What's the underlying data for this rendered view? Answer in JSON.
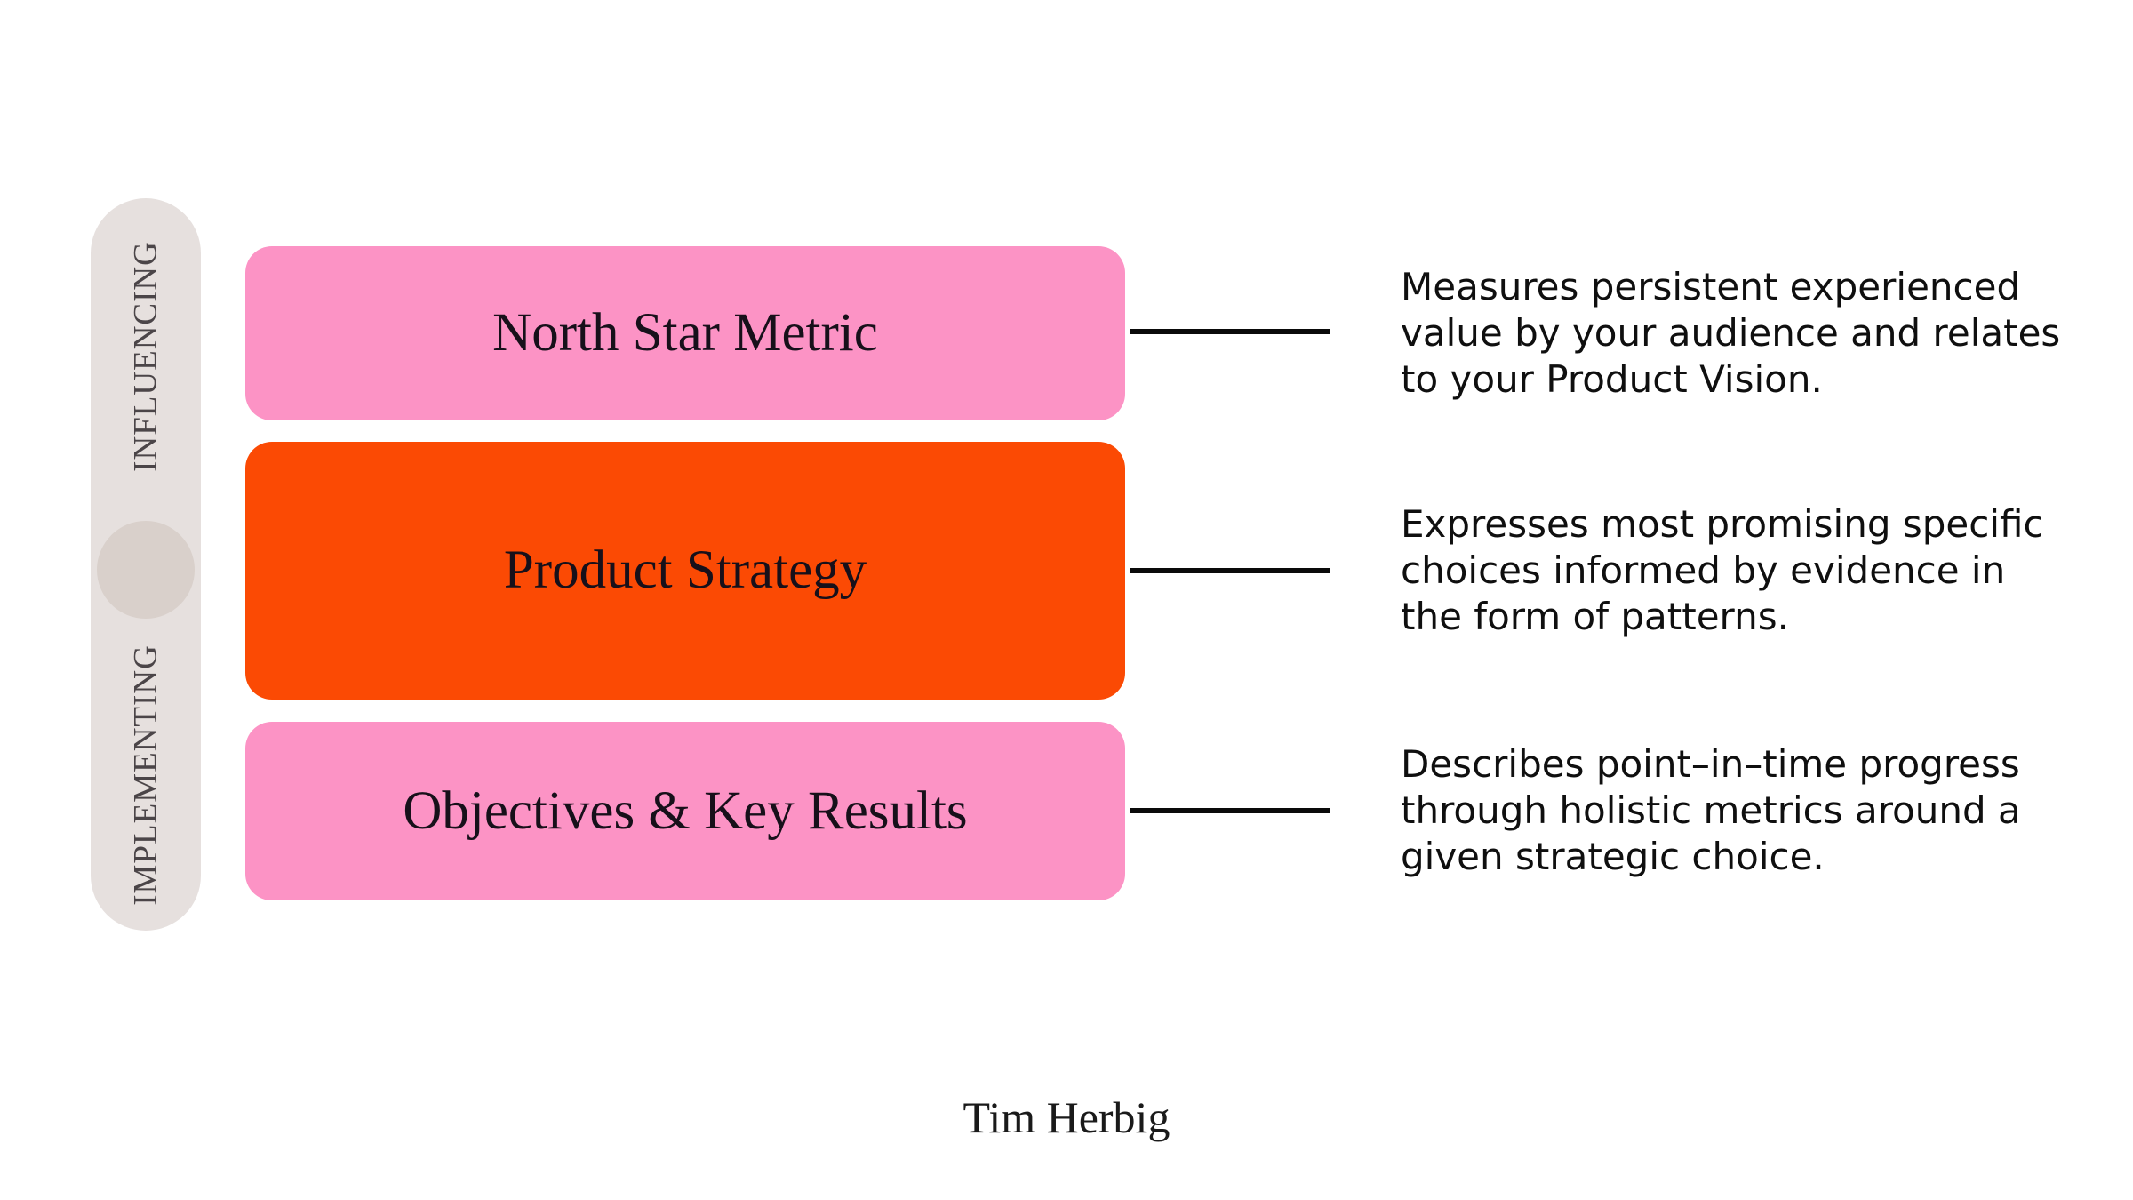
{
  "pill": {
    "top_label": "INFLUENCING",
    "bottom_label": "IMPLEMENTING"
  },
  "rows": [
    {
      "title": "North Star Metric",
      "color": "#FC93C5",
      "description_lines": [
        "Measures persistent experienced",
        "value by your audience and relates",
        "to your Product Vision."
      ]
    },
    {
      "title": "Product Strategy",
      "color": "#FB4A04",
      "description_lines": [
        "Expresses most promising specific",
        "choices informed by evidence in",
        "the form of patterns."
      ]
    },
    {
      "title": "Objectives & Key Results",
      "color": "#FC93C5",
      "description_lines": [
        "Describes point–in–time progress",
        "through holistic metrics around a",
        "given strategic choice."
      ]
    }
  ],
  "attribution": "Tim Herbig",
  "colors": {
    "background": "#FFFFFF",
    "pill_background": "#E6E0DE",
    "pill_circle": "#D9D0CB",
    "pink_box": "#FC93C5",
    "orange_box": "#FB4A04",
    "connector_line": "#0A0A0A",
    "pill_text": "#4B4548",
    "title_text": "#17101A",
    "description_text": "#0F0F0F"
  }
}
